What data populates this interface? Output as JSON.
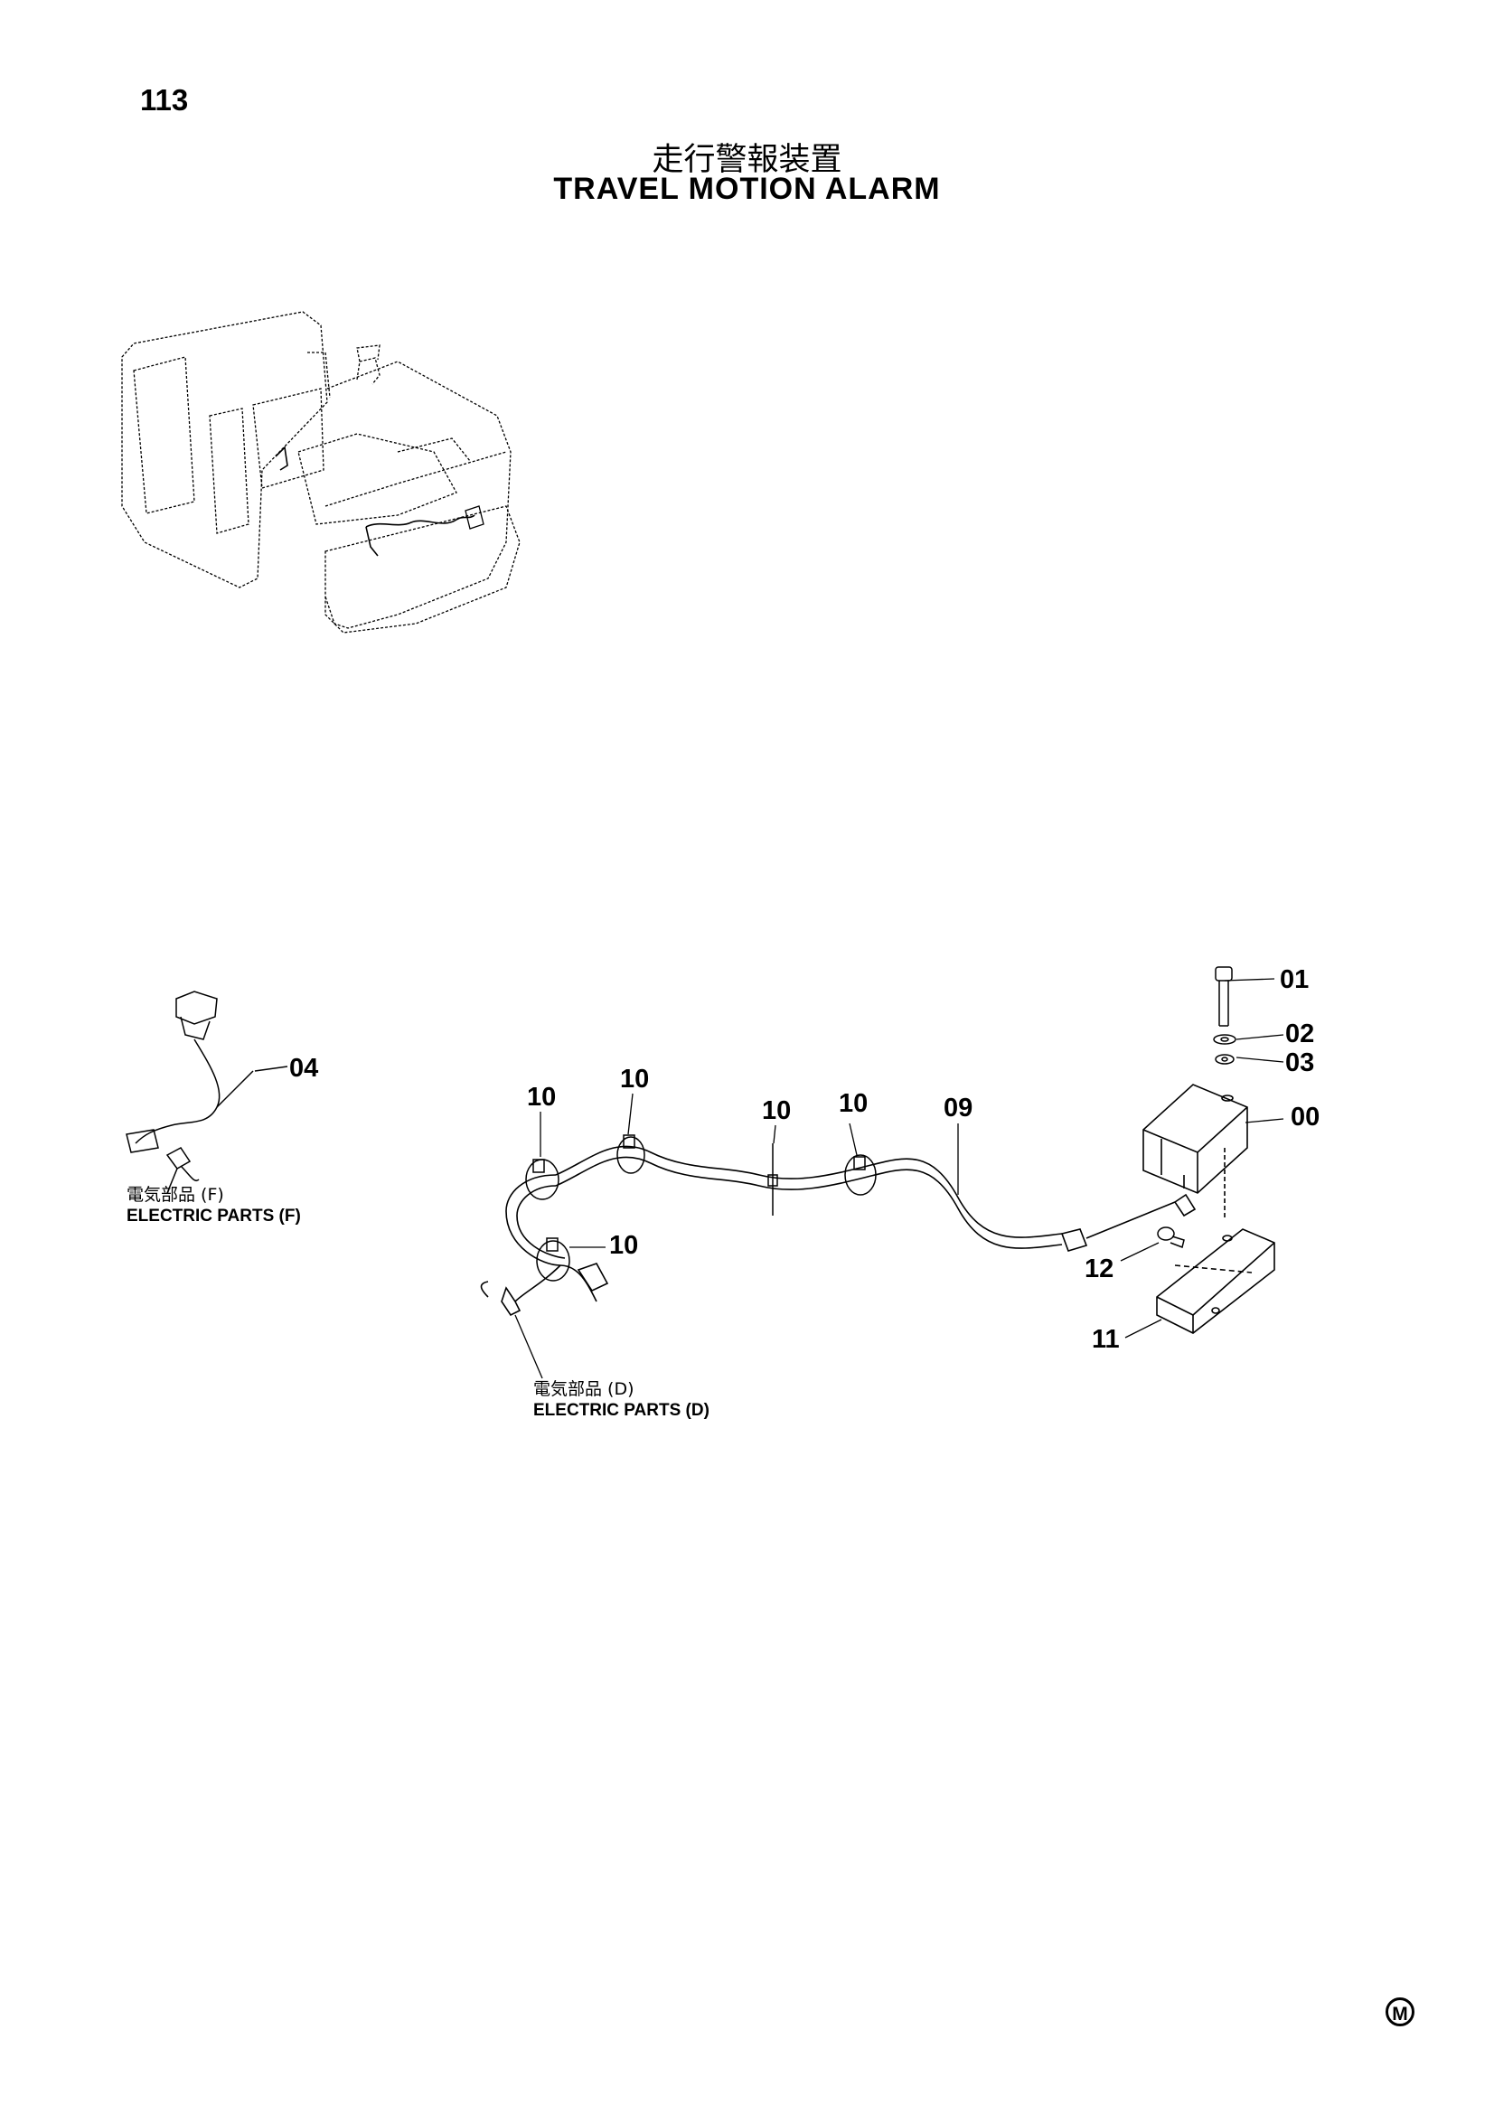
{
  "header": {
    "page_number": "113",
    "title_jp": "走行警報装置",
    "title_en": "TRAVEL MOTION ALARM"
  },
  "callouts": {
    "c00": "00",
    "c01": "01",
    "c02": "02",
    "c03": "03",
    "c04": "04",
    "c09": "09",
    "c10a": "10",
    "c10b": "10",
    "c10c": "10",
    "c10d": "10",
    "c10e": "10",
    "c11": "11",
    "c12": "12"
  },
  "refs": {
    "electric_f_jp": "電気部品 (F)",
    "electric_f_en": "ELECTRIC PARTS (F)",
    "electric_d_jp": "電気部品 (D)",
    "electric_d_en": "ELECTRIC PARTS (D)"
  },
  "footer": {
    "mark": "M"
  }
}
